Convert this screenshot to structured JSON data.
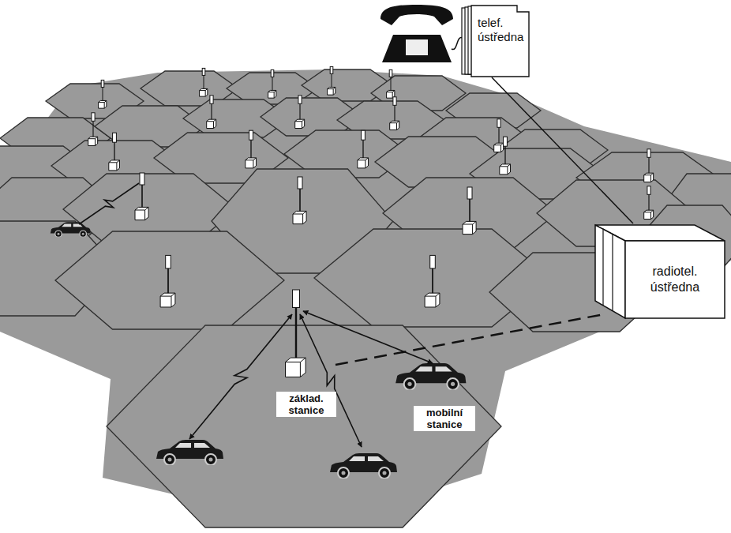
{
  "diagram": {
    "nodes": [
      {
        "text": [
          "telef. ústředna"
        ]
      },
      {
        "text": [
          "radiotel. ústředna"
        ]
      }
    ],
    "edges": [
      {
        "from": 0,
        "to": 1,
        "arrow": "none"
      }
    ],
    "labels": [
      "základ. stanice",
      "mobilní stanice"
    ]
  }
}
